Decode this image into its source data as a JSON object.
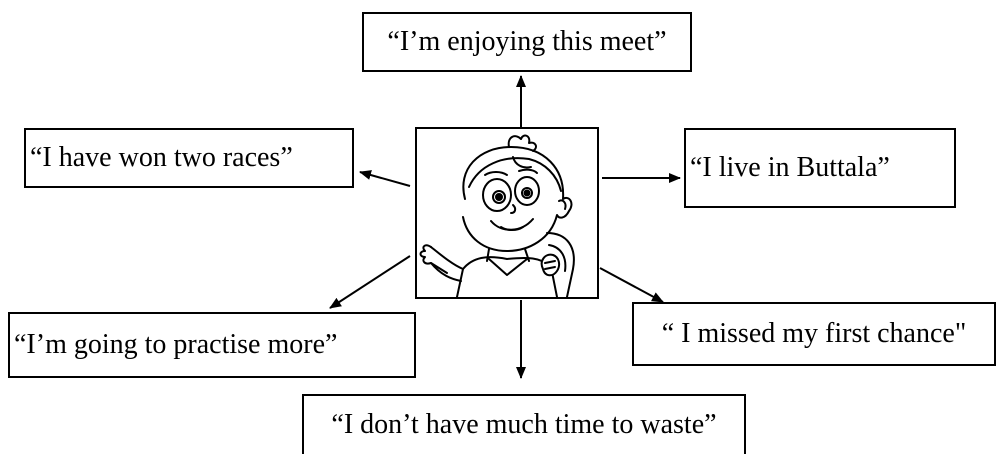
{
  "diagram": {
    "statements": {
      "top": "“I’m enjoying this meet”",
      "left": "“I have won two races”",
      "right": "“I live in Buttala”",
      "bottom_left": "“I’m going to practise more”",
      "bottom_right": "“ I missed my first chance\"",
      "bottom": "“I don’t have much time to waste”"
    },
    "center_image": {
      "icon": "cartoon-boy-icon",
      "description_colors": {
        "line": "#000000",
        "fill": "#ffffff"
      }
    },
    "colors": {
      "line": "#000000",
      "background": "#ffffff"
    }
  }
}
